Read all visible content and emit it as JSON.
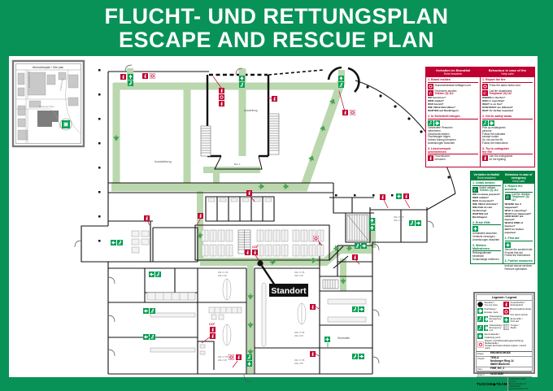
{
  "title": {
    "line1": "FLUCHT- UND RETTUNGSPLAN",
    "line2": "ESCAPE AND RESCUE PLAN"
  },
  "site_map": {
    "title": "Übersichtsplan / Site plan"
  },
  "colors": {
    "page_green": "#089257",
    "sign_green": "#009e52",
    "panel_red": "#c00030",
    "route_green": "#bad7ae"
  },
  "fire_panel": {
    "title_de": "Verhalten im Brandfall",
    "sub_de": "Ruhe bewahren",
    "title_en": "Behaviour in case of fire",
    "sub_en": "Keep calm",
    "s1_de": "1. Brand melden",
    "s1_en": "1. Report the fire",
    "s1_i1_de": "Brandmeldetaste betätigen und",
    "s1_i1_en": "Press fire alarm button and",
    "s1_i2_de": "Feuerwehr anrufen",
    "s1_i2b_de": "Telefon: (0) 112",
    "s1_i2_en": "Call fire department",
    "s1_i2b_en": "Telephone: (0) 112",
    "s1_q_de": "WO brennt es?\nWER meldet?\nWAS brennt?\nWIE VIELE Betroffene?\nWARTEN auf Rückfragen!",
    "s1_q_en": "WHERE is the fire?\nWHO is reporting?\nWHAT is on fire?\nHOW MANY are affected?\nWAIT for further inquiries!",
    "s2_de": "2. In Sicherheit bringen",
    "s2_en": "2. Get to safety areas",
    "s2_t_de": "Gefährdete Personen\nmitnehmen\nGekennzeichneten\nFluchtwegen folgen\nKeinen Aufzug benutzen\nAnweisungen beachten",
    "s2_t_en": "Pick up endangered\npersons\nFollow the indicated\nescape routes\nDo not use the lift\nFollow the instructions",
    "s3_de": "3. Löschversuch\nunternehmen",
    "s3_en": "3. Try to extinguish\nthe fire",
    "s3_t_de": "Feuerlöscher\nbenutzen",
    "s3_t_en": "Use the extinguisher\nfor fire fighting"
  },
  "emergency_panel": {
    "title_de": "Verhalten im Notfall",
    "sub_de": "Ruhe bewahren",
    "title_en": "Behaviour in case of emergency",
    "sub_en": "Keep calm",
    "s1_de": "1. Unfall melden",
    "s1_en": "1. Report the accident",
    "s1_i1_de": "Notruf wählen",
    "s1_i1b_de": "Telefon: (0) 112",
    "s1_i1_en": "Call the helpline",
    "s1_i1b_en": "Telephone: (0) 112",
    "s1_q_de": "WO ist etwas passiert?\nWER meldet?\nWAS ist passiert?\nWIE VIELE Verletzte?\nWELCHE Art der Verletzung?\nWARTEN auf Rückfragen!",
    "s1_q_en": "WHERE has it happened?\nWHO is reporting?\nWHAT has happened?\nHOW MANY are injured?\nWHICH KIND of injuries?\nWAIT for further inquiries!",
    "s2_de": "2. Erste Hilfe",
    "s2_en": "2. First aid",
    "s2_t_de": "Unfallstelle absichern\nVerletzte versorgen\nAnweisungen beachten",
    "s2_t_en": "Secure the accident site\nProvide first aid\nFollow the instructions",
    "s3_de": "3. Weitere Maßnahmen",
    "s3_en": "3. Further measures",
    "s3_t_de": "Rettungsdienste einweisen\nSchaulustige entfernen",
    "s3_t_en": "Instruct rescue services\nRemove spectators"
  },
  "legend": {
    "title": "Legende / Legend",
    "standort": "Standort /\nYou are here",
    "fluchtweg": "Fluchtweg /\nEscape route",
    "notausgang": "Notausgang /\nEmergency exit",
    "notausstieg": "Notausstieg /\nEmergency exit",
    "sammelstelle": "Sammelstelle /\nCollecting point",
    "rwa": "Rauch- und Wärmeabzugseinrichtung,\nBedienstelle /\nSmoke and heat exhaust system, control point",
    "feuerloescher": "Feuerlöscher /\nExtinguisher",
    "brandmelder": "Brandmeldezentrale /\nFire alarm button",
    "erstehilfe": "Erste Hilfe /\nFirst aid",
    "treppe": "Treppe /\nStairs"
  },
  "title_block": {
    "floor_label": "Etage:",
    "floor": "ERDGESCHOSS",
    "object_label": "Objekt:",
    "object": "TESLA\nNeuburger Ring 14\n86609 Monheim",
    "plan_label": "Plan:",
    "plan": "FWR_EG_2",
    "date_label": "Datum:",
    "date": "14.10.2020",
    "author_label": "Planersteller:",
    "logo": "TUSCHE◆TEAM",
    "author_info": "Tuscheteam CAD-Service\nSiemensstraße 23\n10963 Berlin\nwww.tuscheteam.de"
  },
  "plan": {
    "standort": "Standort",
    "hall": "Ausstellung",
    "hall2": "Ausstellung",
    "box": "Box 1",
    "workshop": "Werkstätte",
    "co2": "CO²",
    "we1": "WE 17.08",
    "we2": "WE 2.08"
  }
}
